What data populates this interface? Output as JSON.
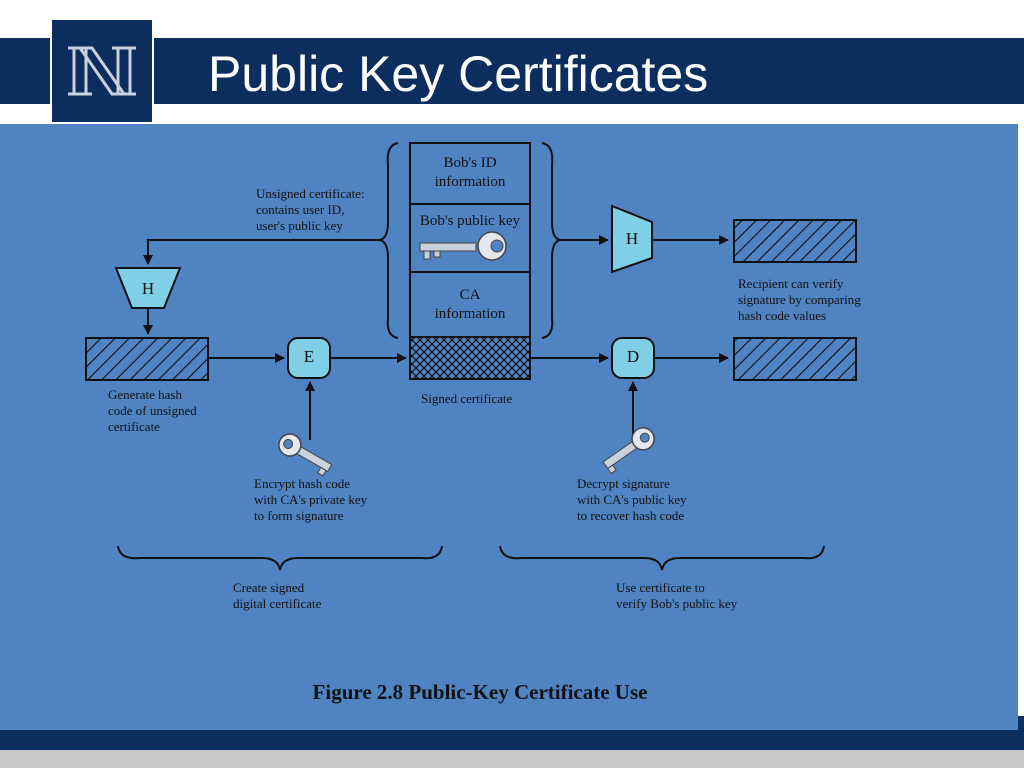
{
  "slide": {
    "title": "Public Key Certificates",
    "logo_letter": "N"
  },
  "figure": {
    "caption": "Figure 2.8  Public-Key Certificate Use",
    "certificate": {
      "id_info": "Bob's ID\ninformation",
      "public_key": "Bob's public key",
      "ca_info": "CA\ninformation"
    },
    "nodes": {
      "hash_left": "H",
      "hash_right": "H",
      "encrypt": "E",
      "decrypt": "D"
    },
    "labels": {
      "unsigned_certificate": "Unsigned certificate:\ncontains user ID,\nuser's public key",
      "generate_hash": "Generate hash\ncode of unsigned\ncertificate",
      "encrypt_hash": "Encrypt hash code\nwith CA's private key\nto form signature",
      "signed_certificate": "Signed certificate",
      "decrypt_signature": "Decrypt signature\nwith CA's public key\nto recover hash code",
      "recipient_verify": "Recipient can verify\nsignature by comparing\nhash code values",
      "create_signed": "Create signed\ndigital certificate",
      "use_certificate": "Use certificate to\nverify Bob's public key"
    },
    "colors": {
      "background": "#5083c2",
      "node_fill": "#7fd0e6",
      "box_stroke": "#111111"
    }
  }
}
